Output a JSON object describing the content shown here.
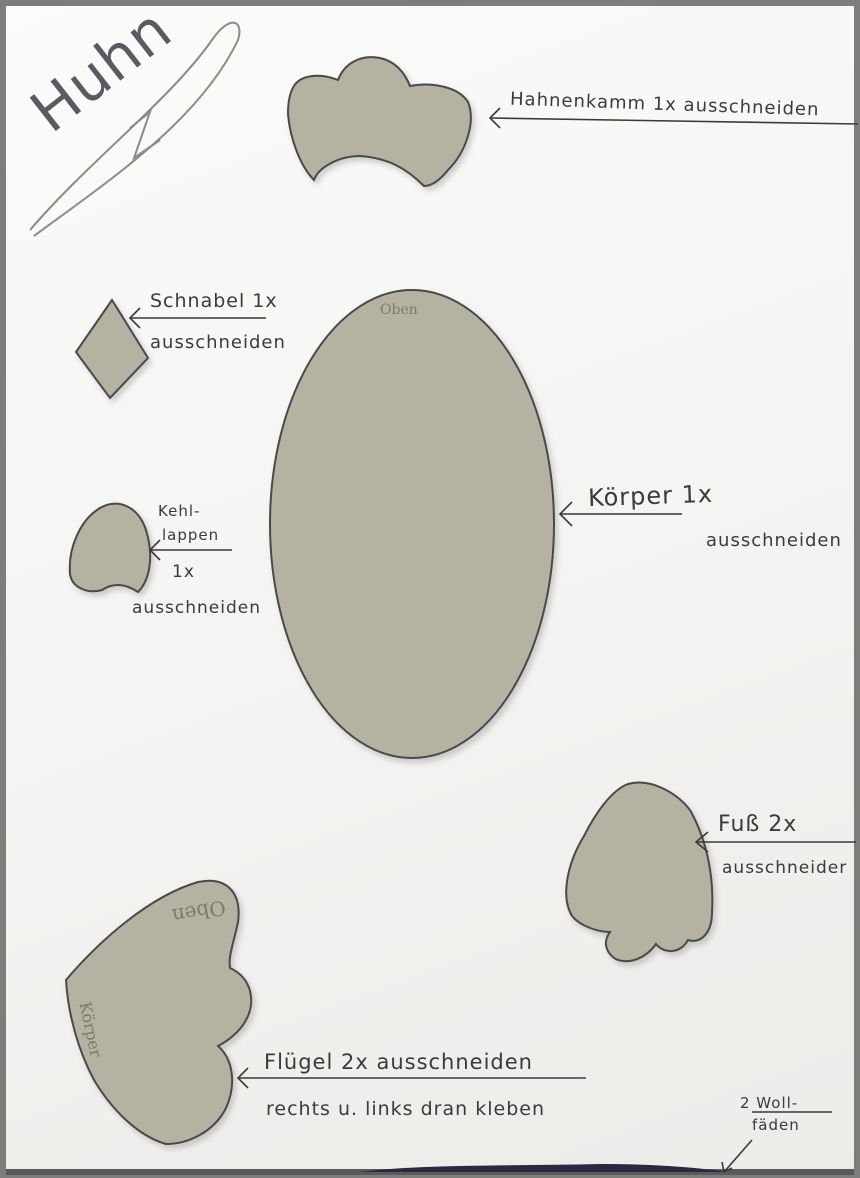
{
  "title": "Huhn",
  "labels": {
    "comb": "Hahnenkamm 1x ausschneiden",
    "beak_line1": "Schnabel 1x",
    "beak_line2": "ausschneiden",
    "wattle_line1": "Kehl-",
    "wattle_line2": "lappen",
    "wattle_line3": "1x",
    "wattle_line4": "ausschneiden",
    "body_line1": "Körper 1x",
    "body_line2": "ausschneiden",
    "foot_line1": "Fuß 2x",
    "foot_line2": "ausschneider",
    "wing_line1": "Flügel 2x ausschneiden",
    "wing_line2": "rechts u. links dran kleben",
    "wool_line1": "2 Woll-",
    "wool_line2": "fäden"
  },
  "pencil_notes": {
    "body_top": "Oben",
    "wing_top": "Oben",
    "wing_side": "Körper"
  },
  "colors": {
    "cardboard": "#b6b2a2",
    "cardboard_edge": "#4a4a4a",
    "paper": "#f5f5f3",
    "ink": "#3a3a40",
    "wool": "#2d2840"
  }
}
